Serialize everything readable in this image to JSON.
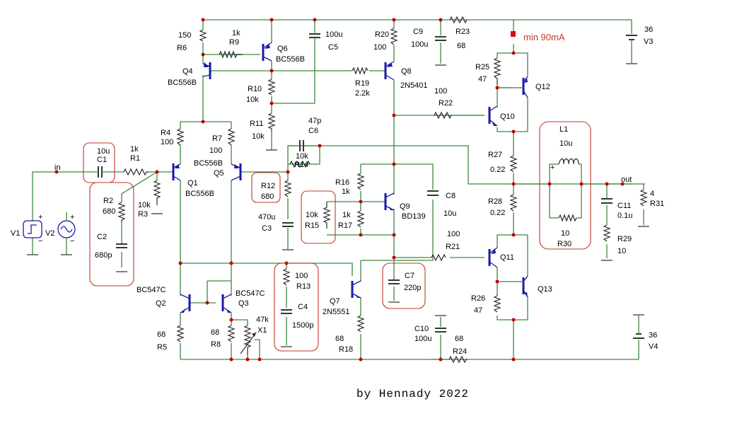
{
  "diagram": {
    "title_note": "min  90mA",
    "credit": "by Hennady 2022",
    "terminals": {
      "in": "in",
      "out": "out"
    },
    "components": {
      "C1": {
        "name": "C1",
        "value": "10u"
      },
      "R1": {
        "name": "R1",
        "value": "1k"
      },
      "R2": {
        "name": "R2",
        "value": "680"
      },
      "C2": {
        "name": "C2",
        "value": "680p"
      },
      "R3": {
        "name": "R3",
        "value": "10k"
      },
      "R4": {
        "name": "R4",
        "value": "100"
      },
      "Q1": {
        "name": "Q1",
        "value": "BC556B"
      },
      "R5": {
        "name": "R5",
        "value": "68"
      },
      "Q2": {
        "name": "Q2",
        "value": "BC547C"
      },
      "Q3": {
        "name": "Q3",
        "value": "BC547C"
      },
      "R6": {
        "name": "R6",
        "value": "150"
      },
      "Q4": {
        "name": "Q4",
        "value": "BC556B"
      },
      "R7": {
        "name": "R7",
        "value": "100"
      },
      "Q5": {
        "name": "Q5",
        "value": "BC556B"
      },
      "R8": {
        "name": "R8",
        "value": "68"
      },
      "R9": {
        "name": "R9",
        "value": "1k"
      },
      "Q6": {
        "name": "Q6",
        "value": "BC556B"
      },
      "R10": {
        "name": "R10",
        "value": "10k"
      },
      "R11": {
        "name": "R11",
        "value": "10k"
      },
      "C5": {
        "name": "C5",
        "value": "100u"
      },
      "C6": {
        "name": "C6",
        "value": "47p"
      },
      "R14": {
        "name": "R14",
        "value": "10k"
      },
      "R12": {
        "name": "R12",
        "value": "680"
      },
      "C3": {
        "name": "C3",
        "value": "470u"
      },
      "R13": {
        "name": "R13",
        "value": "100"
      },
      "C4": {
        "name": "C4",
        "value": "1500p"
      },
      "X1": {
        "name": "X1",
        "value": "47k"
      },
      "R20": {
        "name": "R20",
        "value": "100"
      },
      "R19": {
        "name": "R19",
        "value": "2.2k"
      },
      "Q8": {
        "name": "Q8",
        "value": "2N5401"
      },
      "C9": {
        "name": "C9",
        "value": "100u"
      },
      "R23": {
        "name": "R23",
        "value": "68"
      },
      "R16": {
        "name": "R16",
        "value": "1k"
      },
      "R15": {
        "name": "R15",
        "value": "10k"
      },
      "R17": {
        "name": "R17",
        "value": "1k"
      },
      "Q9": {
        "name": "Q9",
        "value": "BD139"
      },
      "C8": {
        "name": "C8",
        "value": "10u"
      },
      "Q7": {
        "name": "Q7",
        "value": "2N5551"
      },
      "R18": {
        "name": "R18",
        "value": "68"
      },
      "C7": {
        "name": "C7",
        "value": "220p"
      },
      "C10": {
        "name": "C10",
        "value": "100u"
      },
      "R24": {
        "name": "R24",
        "value": "68"
      },
      "R22": {
        "name": "R22",
        "value": "100"
      },
      "Q10": {
        "name": "Q10",
        "value": ""
      },
      "R25": {
        "name": "R25",
        "value": "47"
      },
      "Q12": {
        "name": "Q12",
        "value": ""
      },
      "R27": {
        "name": "R27",
        "value": "0.22"
      },
      "R28": {
        "name": "R28",
        "value": "0.22"
      },
      "R21": {
        "name": "R21",
        "value": "100"
      },
      "Q11": {
        "name": "Q11",
        "value": ""
      },
      "R26": {
        "name": "R26",
        "value": "47"
      },
      "Q13": {
        "name": "Q13",
        "value": ""
      },
      "L1": {
        "name": "L1",
        "value": "10u"
      },
      "R30": {
        "name": "R30",
        "value": "10"
      },
      "C11": {
        "name": "C11",
        "value": "0.1u"
      },
      "R29": {
        "name": "R29",
        "value": "10"
      },
      "R31": {
        "name": "R31",
        "value": "4"
      },
      "V1": {
        "name": "V1",
        "value": ""
      },
      "V2": {
        "name": "V2",
        "value": ""
      },
      "V3": {
        "name": "V3",
        "value": "36"
      },
      "V4": {
        "name": "V4",
        "value": "36"
      }
    },
    "colors": {
      "wire": "#3a8a3a",
      "transistor": "#1a1aa8",
      "junction": "#c00000",
      "highlight": "#c0392b"
    }
  }
}
